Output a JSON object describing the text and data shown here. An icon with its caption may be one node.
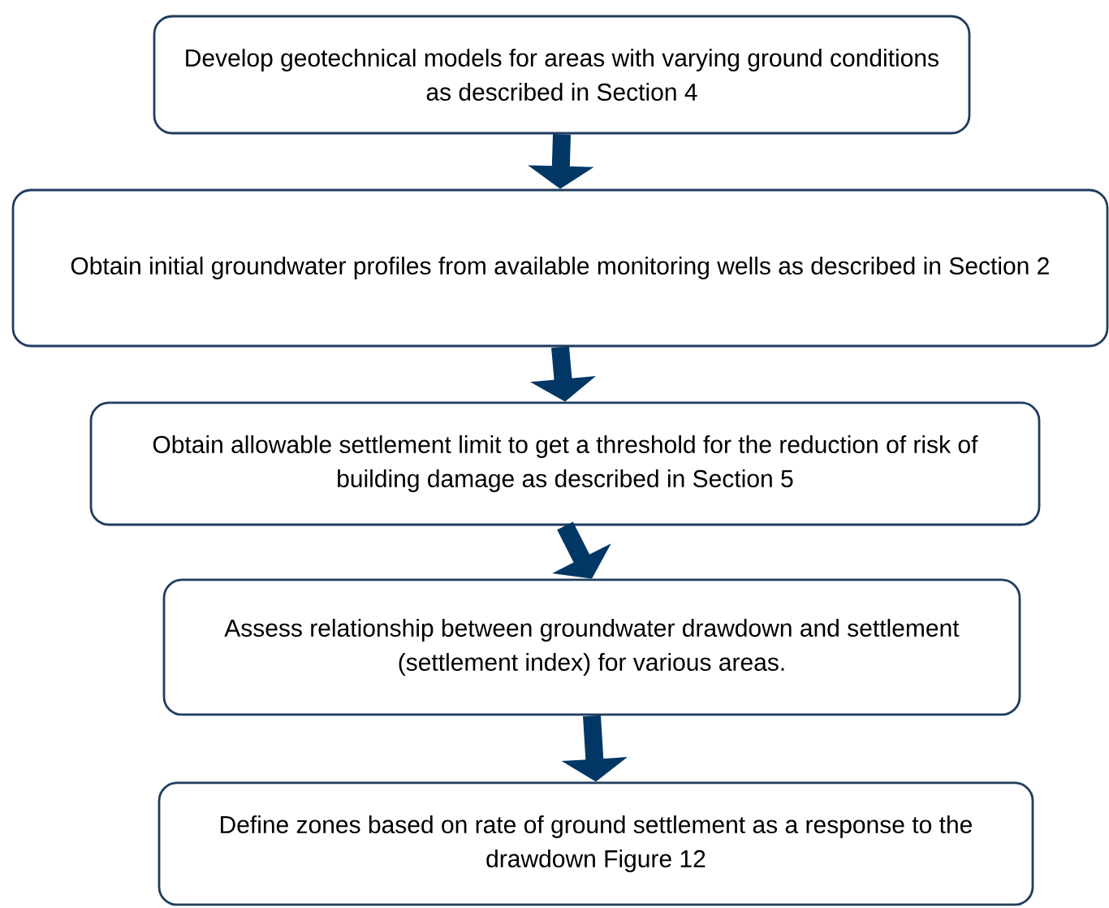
{
  "diagram": {
    "nodes": [
      {
        "text": [
          "Develop geotechnical models for areas with varying ground conditions as described in Section 4"
        ]
      },
      {
        "text": [
          "Obtain initial groundwater profiles from available monitoring wells as described in Section 2"
        ]
      },
      {
        "text": [
          "Obtain allowable settlement limit to get a threshold for the reduction of risk of building damage as described in Section 5"
        ]
      },
      {
        "text": [
          "Assess relationship between groundwater drawdown and settlement (settlement index) for various areas."
        ]
      },
      {
        "text": [
          "Define zones based on rate of ground settlement as a response to the drawdown Figure 12"
        ]
      }
    ],
    "edges": [
      {
        "from": 0,
        "to": 1,
        "arrow": "to"
      },
      {
        "from": 1,
        "to": 2,
        "arrow": "to"
      },
      {
        "from": 2,
        "to": 3,
        "arrow": "to"
      },
      {
        "from": 3,
        "to": 4,
        "arrow": "to"
      }
    ]
  }
}
